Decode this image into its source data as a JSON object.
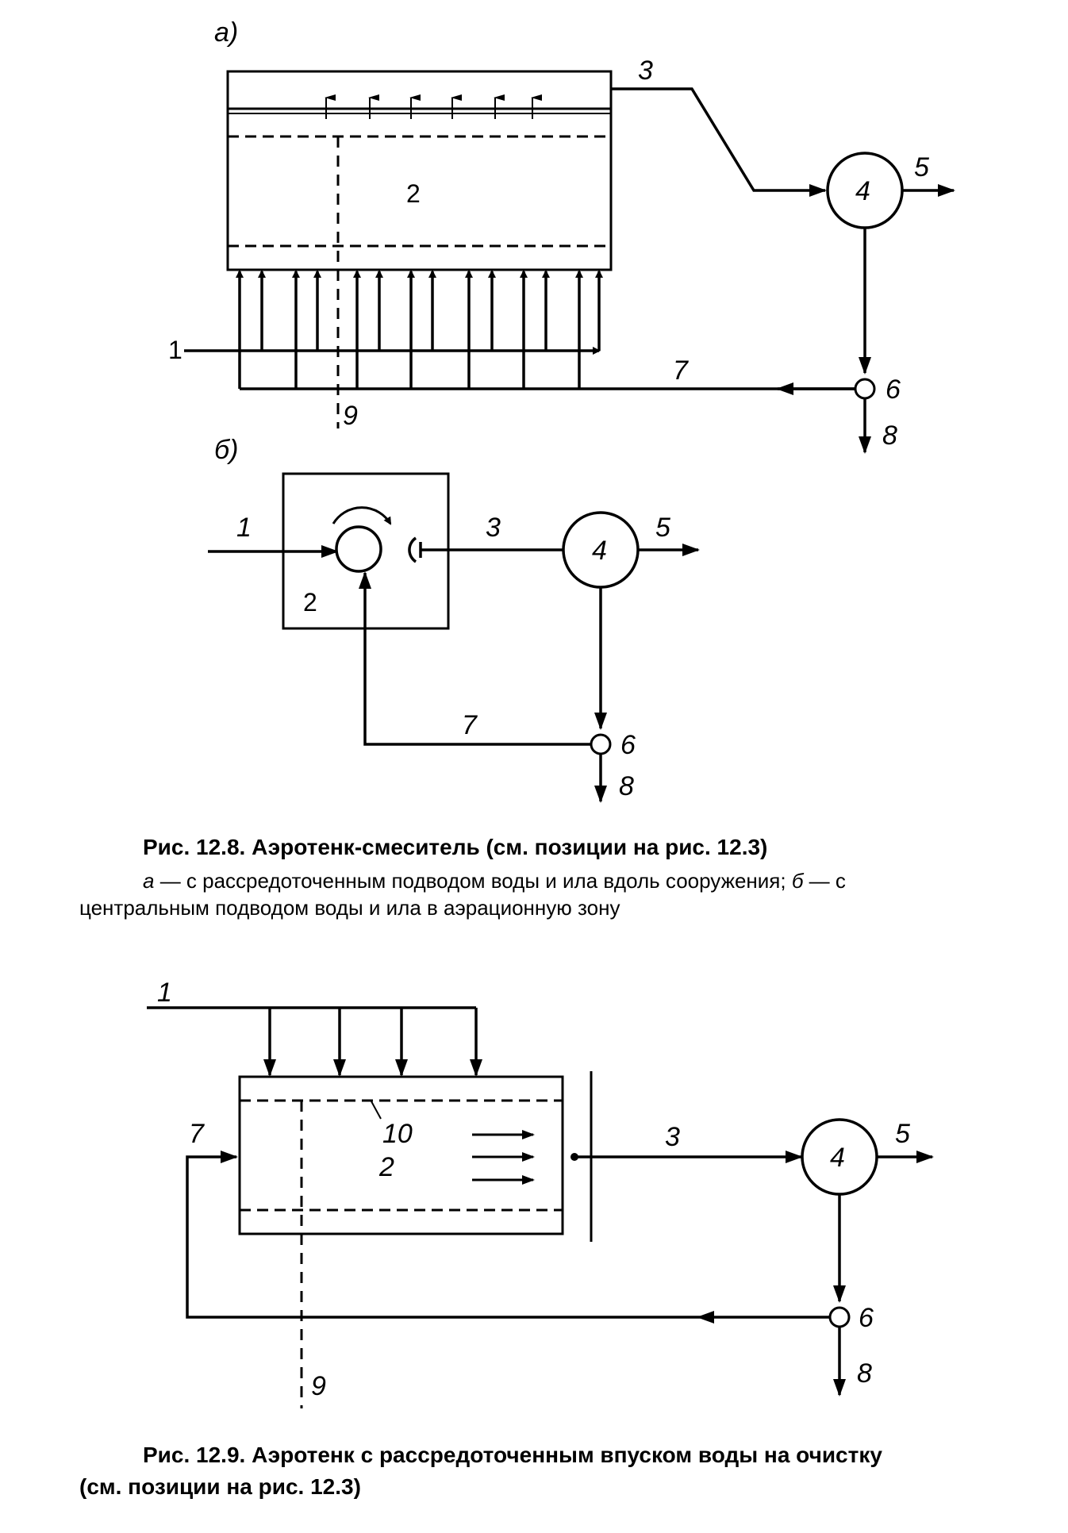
{
  "figure_a": {
    "panel_label": "а)",
    "labels": {
      "inflow": "1",
      "tank": "2",
      "outflow": "3",
      "clarifier": "4",
      "effluent": "5",
      "node": "6",
      "recycle": "7",
      "waste": "8",
      "air": "9"
    }
  },
  "figure_b": {
    "panel_label": "б)",
    "labels": {
      "inflow": "1",
      "tank": "2",
      "outflow": "3",
      "clarifier": "4",
      "effluent": "5",
      "node": "6",
      "recycle": "7",
      "waste": "8"
    }
  },
  "caption_1": {
    "title": "Рис. 12.8. Аэротенк-смеситель (см. позиции на рис. 12.3)",
    "line1_a": "а",
    "line1_text": " — с рассредоточенным подводом воды и ила вдоль сооружения; ",
    "line1_b": "б",
    "line1_tail": " — с",
    "line2": "центральным подводом воды и ила в аэрационную зону"
  },
  "figure_c": {
    "labels": {
      "inflow": "1",
      "tank": "2",
      "outflow": "3",
      "clarifier": "4",
      "effluent": "5",
      "node": "6",
      "recycle": "7",
      "waste": "8",
      "air": "9",
      "zone": "10"
    }
  },
  "caption_2": {
    "line1": "Рис. 12.9. Аэротенк с рассредоточенным впуском воды на очистку",
    "line2": "(см. позиции на рис. 12.3)"
  }
}
